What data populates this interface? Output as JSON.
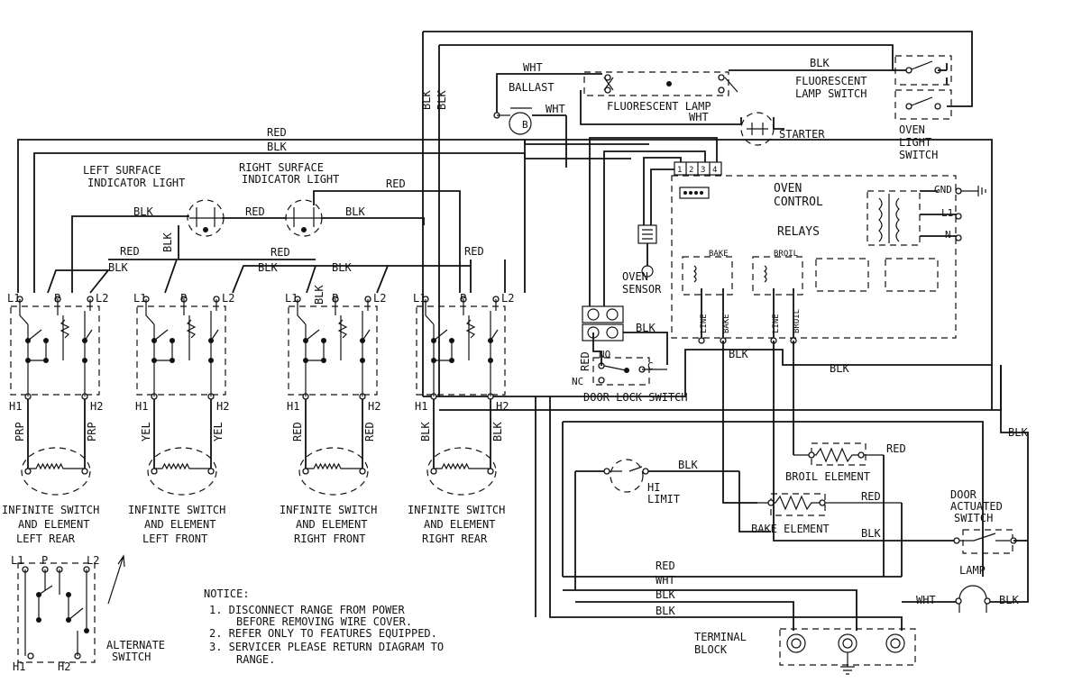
{
  "components": {
    "ballast": "BALLAST",
    "fluorescent_lamp": "FLUORESCENT LAMP",
    "fluorescent_lamp_switch": [
      "FLUORESCENT",
      "LAMP SWITCH"
    ],
    "starter": "STARTER",
    "oven_light_switch": [
      "OVEN",
      "LIGHT",
      "SWITCH"
    ],
    "oven_control": [
      "OVEN",
      "CONTROL"
    ],
    "relays": "RELAYS",
    "bake_relay": "BAKE",
    "broil_relay": "BROIL",
    "line_label": "LINE",
    "bake_label": "BAKE",
    "broil_label": "BROIL",
    "gnd": "GND",
    "l1": "L1",
    "n": "N",
    "oven_sensor": [
      "OVEN",
      "SENSOR"
    ],
    "door_lock_switch": "DOOR LOCK SWITCH",
    "no": "NO",
    "nc": "NC",
    "c": "C",
    "left_surface_indicator": [
      "LEFT SURFACE",
      "INDICATOR LIGHT"
    ],
    "right_surface_indicator": [
      "RIGHT SURFACE",
      "INDICATOR LIGHT"
    ],
    "hi_limit": [
      "HI",
      "LIMIT"
    ],
    "broil_element": "BROIL ELEMENT",
    "bake_element": "BAKE ELEMENT",
    "door_actuated_switch": [
      "DOOR",
      "ACTUATED",
      "SWITCH"
    ],
    "lamp": "LAMP",
    "terminal_block": [
      "TERMINAL",
      "BLOCK"
    ],
    "connector_pins": [
      "1",
      "2",
      "3",
      "4"
    ],
    "starter_symbol": "B"
  },
  "switch_terminals": {
    "l1": "L1",
    "p": "P",
    "l2": "L2",
    "h1": "H1",
    "h2": "H2"
  },
  "infinite_switches": [
    {
      "lines": [
        "INFINITE SWITCH",
        "AND ELEMENT",
        "LEFT REAR"
      ],
      "wire_left": "PRP",
      "wire_right": "PRP"
    },
    {
      "lines": [
        "INFINITE SWITCH",
        "AND ELEMENT",
        "LEFT FRONT"
      ],
      "wire_left": "YEL",
      "wire_right": "YEL"
    },
    {
      "lines": [
        "INFINITE SWITCH",
        "AND ELEMENT",
        "RIGHT FRONT"
      ],
      "wire_left": "RED",
      "wire_right": "RED"
    },
    {
      "lines": [
        "INFINITE SWITCH",
        "AND ELEMENT",
        "RIGHT REAR"
      ],
      "wire_left": "BLK",
      "wire_right": "BLK"
    }
  ],
  "alternate_switch": [
    "ALTERNATE",
    "SWITCH"
  ],
  "wire_colors": {
    "red": "RED",
    "blk": "BLK",
    "wht": "WHT"
  },
  "notice": {
    "title": "NOTICE:",
    "items": [
      "1. DISCONNECT RANGE FROM POWER",
      "BEFORE REMOVING WIRE COVER.",
      "2. REFER ONLY TO FEATURES EQUIPPED.",
      "3. SERVICER PLEASE RETURN DIAGRAM TO",
      "RANGE."
    ]
  }
}
